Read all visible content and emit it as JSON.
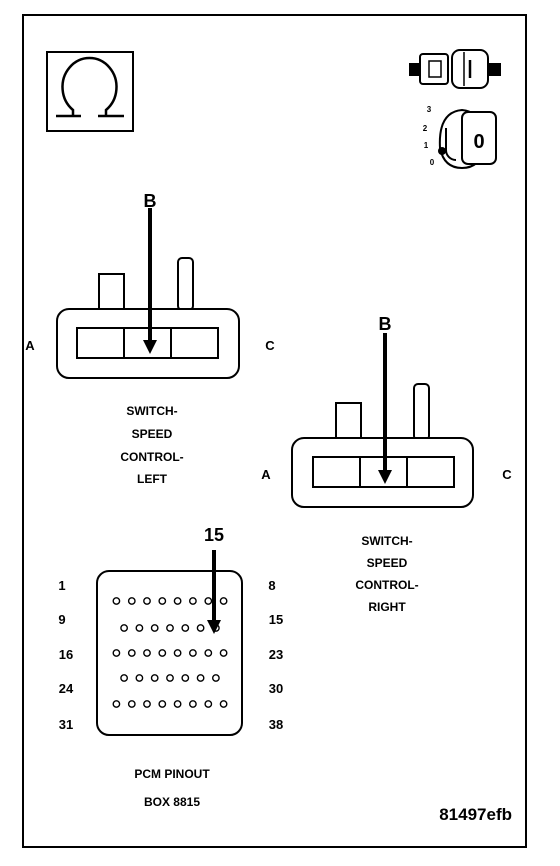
{
  "symbols": {
    "ohm_icon": "ohm-meter-icon",
    "connector_icon": "disconnect-connector-icon",
    "ignition_icon": "ignition-key-icon",
    "ignition_positions": [
      "3",
      "2",
      "1",
      "0"
    ],
    "key_label": "0"
  },
  "left_switch": {
    "pin_callout": "B",
    "side_left": "A",
    "side_right": "C",
    "caption_lines": [
      "SWITCH-",
      "SPEED",
      "CONTROL-",
      "LEFT"
    ]
  },
  "right_switch": {
    "pin_callout": "B",
    "side_left": "A",
    "side_right": "C",
    "caption_lines": [
      "SWITCH-",
      "SPEED",
      "CONTROL-",
      "RIGHT"
    ]
  },
  "pcm": {
    "pin_callout": "15",
    "left_numbers": [
      "1",
      "9",
      "16",
      "24",
      "31"
    ],
    "right_numbers": [
      "8",
      "15",
      "23",
      "30",
      "38"
    ],
    "caption_lines": [
      "PCM PINOUT",
      "BOX 8815"
    ]
  },
  "figure_id": "81497efb",
  "colors": {
    "ink": "#000000",
    "paper": "#ffffff"
  }
}
